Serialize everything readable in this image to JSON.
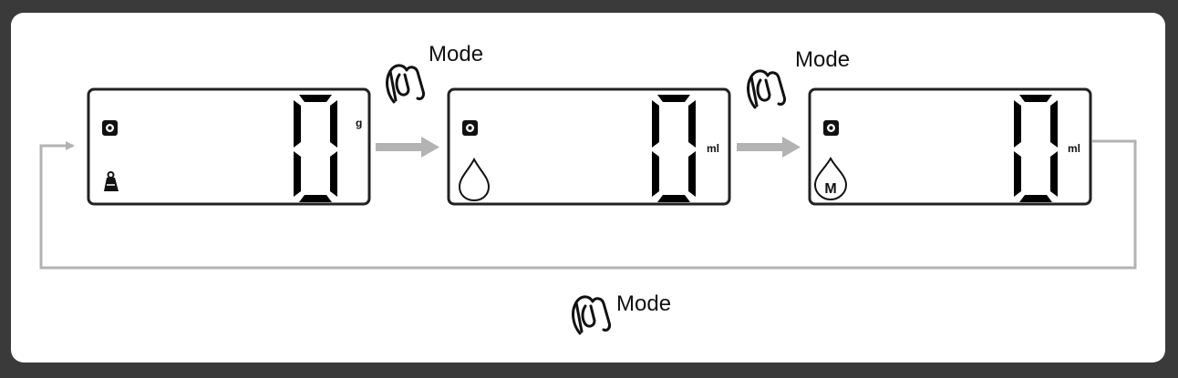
{
  "press_label": "Mode",
  "screens": [
    {
      "value": "0",
      "unit": "g",
      "top_icon": "power-square-icon",
      "bottom_icon": "weight-icon"
    },
    {
      "value": "0",
      "unit": "ml",
      "top_icon": "power-square-icon",
      "bottom_icon": "water-drop-icon"
    },
    {
      "value": "0",
      "unit": "ml",
      "top_icon": "power-square-icon",
      "bottom_icon": "milk-drop-icon",
      "bottom_icon_letter": "M"
    }
  ],
  "colors": {
    "frame": "#3a3a3a",
    "arrow": "#b3b3b3",
    "lcd_border": "#222222",
    "segment": "#000000"
  }
}
